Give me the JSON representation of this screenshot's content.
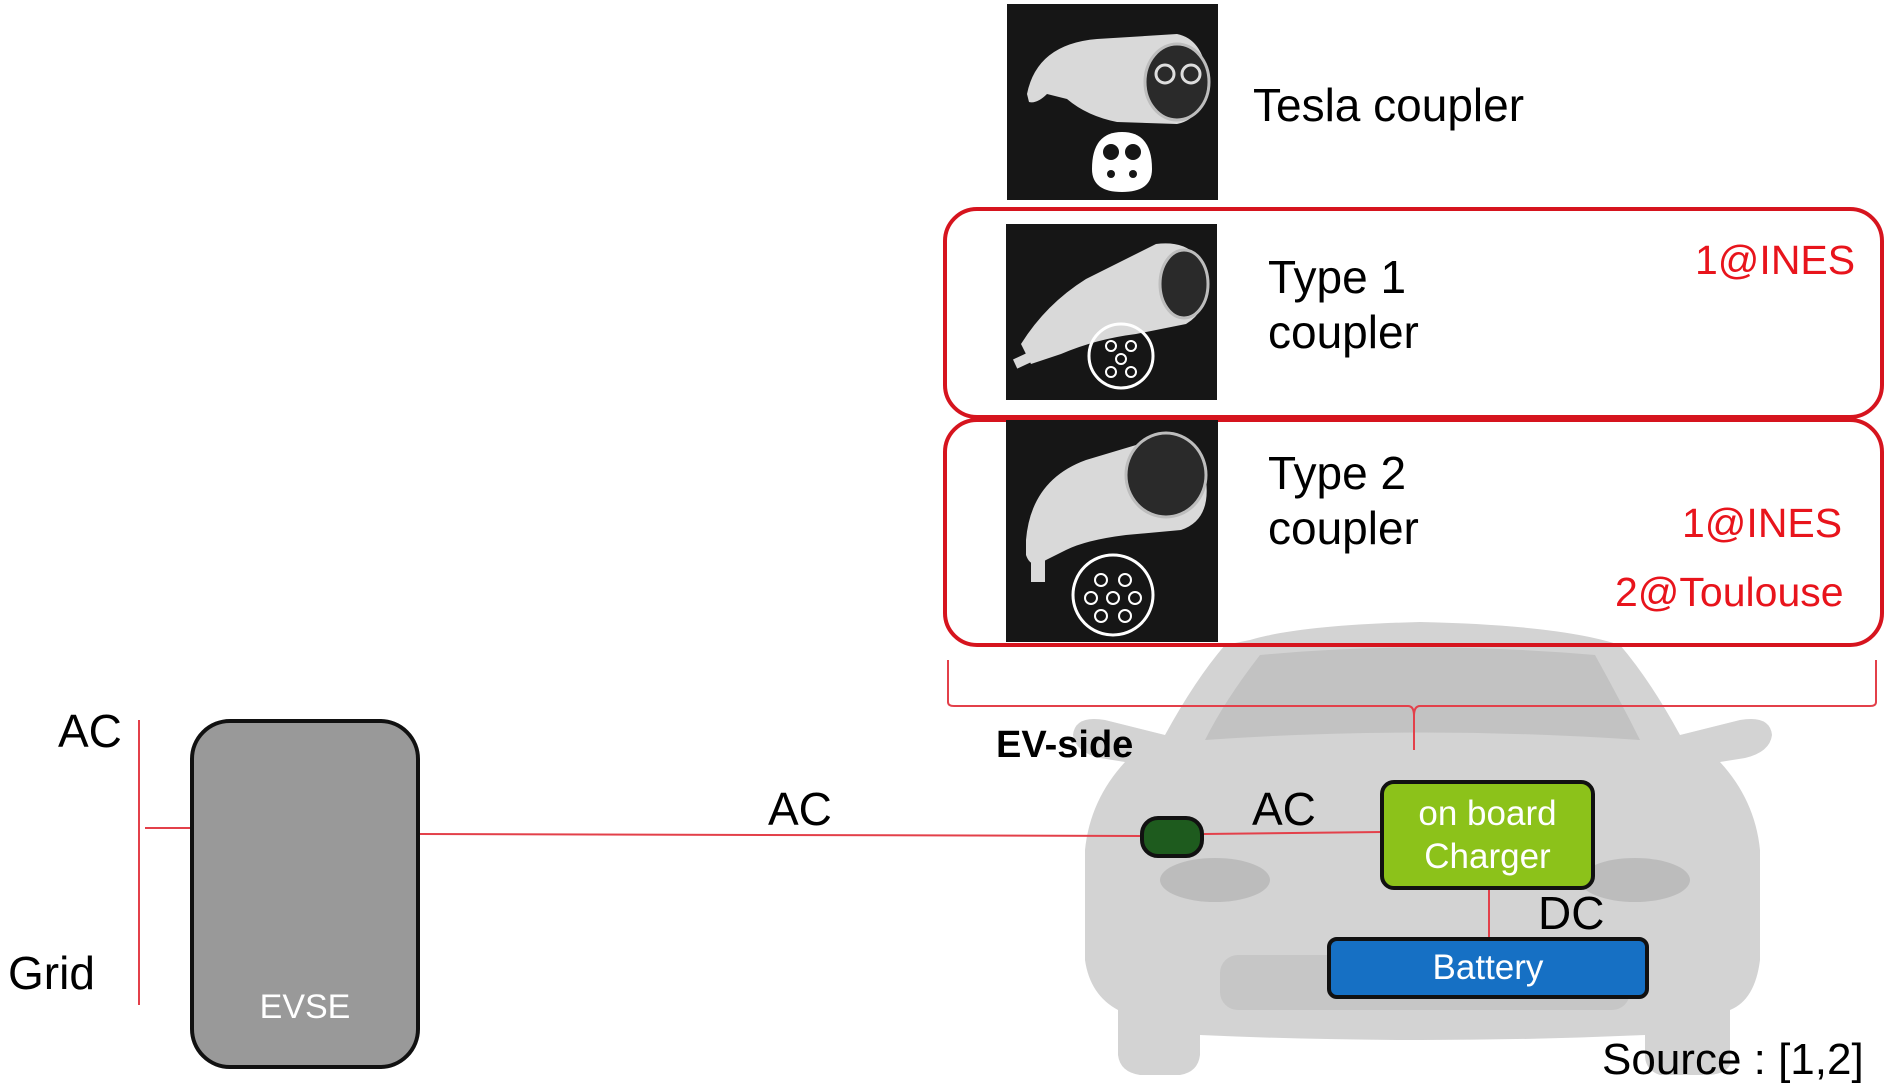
{
  "grid_side": {
    "ac_label": "AC",
    "grid_label": "Grid"
  },
  "evse": {
    "label": "EVSE"
  },
  "line_label_ac": "AC",
  "ev_side_label": "EV-side",
  "vehicle": {
    "ac_label": "AC",
    "dc_label": "DC",
    "charger_line1": "on board",
    "charger_line2": "Charger",
    "battery_label": "Battery"
  },
  "couplers": [
    {
      "line1": "Tesla coupler",
      "line2": "",
      "tags": []
    },
    {
      "line1": "Type 1",
      "line2": "coupler",
      "tags": [
        "1@INES"
      ]
    },
    {
      "line1": "Type 2",
      "line2": "coupler",
      "tags": [
        "1@INES",
        "2@Toulouse"
      ]
    }
  ],
  "source": "Source : [1,2]",
  "colors": {
    "highlight": "#d6141e",
    "tag_text": "#e8141c",
    "line": "#e3404a",
    "evse_fill": "#999999",
    "charger_fill": "#8cc21a",
    "battery_fill": "#1670c4",
    "connector_fill": "#1e5b1e",
    "icon_bg": "#161616"
  }
}
